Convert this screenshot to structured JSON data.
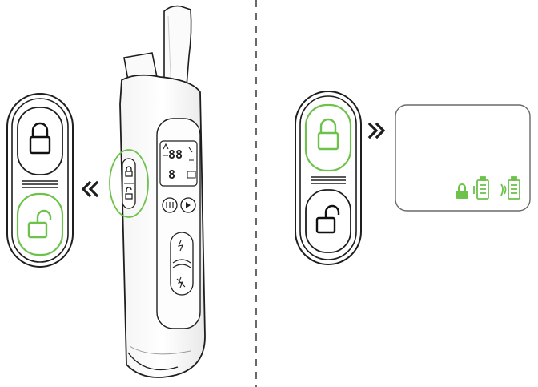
{
  "colors": {
    "outline": "#1e1e1e",
    "active_green": "#6cc24a",
    "panel_border": "#6a6a6a",
    "divider": "#444444"
  },
  "icons": {
    "lock": "lock-icon",
    "unlock": "unlock-icon",
    "arrow_left": "double-chevron-left-icon",
    "arrow_right": "double-chevron-right-icon",
    "battery": "battery-icon",
    "signal_battery": "remote-battery-icon"
  },
  "remote": {
    "lcd": {
      "digits_top": "88",
      "digits_bottom": "8"
    }
  },
  "left_state": {
    "active_button": "unlock"
  },
  "right_state": {
    "active_button": "lock"
  }
}
